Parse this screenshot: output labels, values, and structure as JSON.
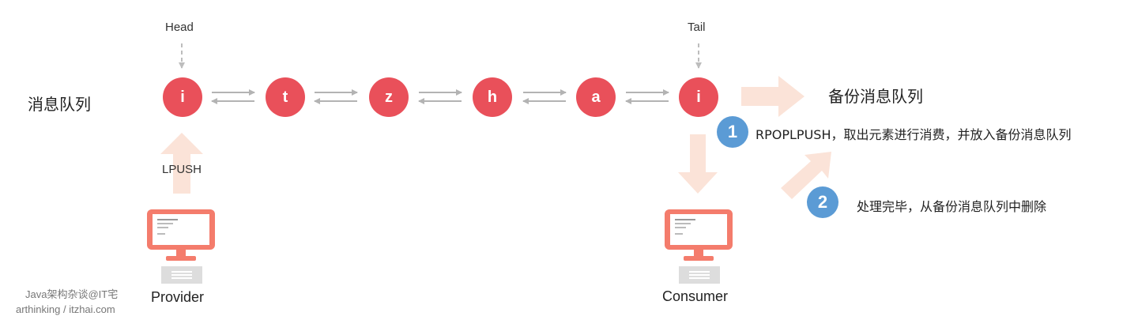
{
  "queue_label": "消息队列",
  "head_label": "Head",
  "tail_label": "Tail",
  "nodes": [
    "i",
    "t",
    "z",
    "h",
    "a",
    "i"
  ],
  "lpush_label": "LPUSH",
  "backup_label": "备份消息队列",
  "steps": [
    {
      "num": "1",
      "text": "RPOPLPUSH，取出元素进行消费，并放入备份消息队列"
    },
    {
      "num": "2",
      "text": "处理完毕，从备份消息队列中删除"
    }
  ],
  "provider_label": "Provider",
  "consumer_label": "Consumer",
  "watermark": {
    "line1": "Java架构杂谈@IT宅",
    "line2": "arthinking / itzhai.com"
  },
  "colors": {
    "node": "#e9505a",
    "step": "#5b9bd5",
    "arrow_fill": "#fbe3d8",
    "monitor": "#f47c6c",
    "connector": "#b3b3b3"
  }
}
